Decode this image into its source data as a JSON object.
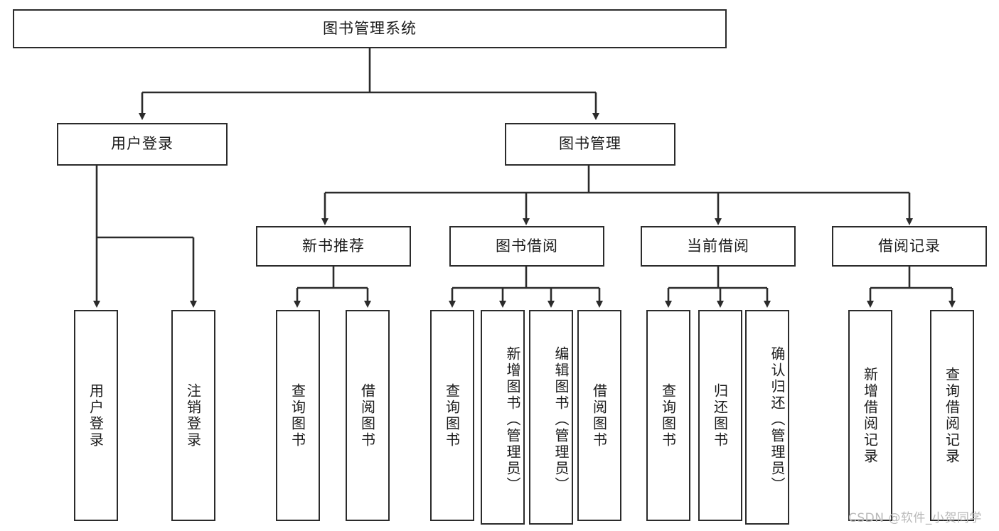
{
  "diagram": {
    "title": "图书管理系统",
    "type": "functional-structure-tree",
    "root": {
      "label": "图书管理系统"
    },
    "level2": [
      {
        "label": "用户登录"
      },
      {
        "label": "图书管理"
      }
    ],
    "level3": [
      {
        "label": "新书推荐"
      },
      {
        "label": "图书借阅"
      },
      {
        "label": "当前借阅"
      },
      {
        "label": "借阅记录"
      }
    ],
    "leaves": {
      "user_login": [
        {
          "label": "用户登录"
        },
        {
          "label": "注销登录"
        }
      ],
      "new_book_recommend": [
        {
          "label": "查询图书"
        },
        {
          "label": "借阅图书"
        }
      ],
      "book_borrow": [
        {
          "label": "查询图书"
        },
        {
          "label": "新增图书（管理员）"
        },
        {
          "label": "编辑图书（管理员）"
        },
        {
          "label": "借阅图书"
        }
      ],
      "current_borrow": [
        {
          "label": "查询图书"
        },
        {
          "label": "归还图书"
        },
        {
          "label": "确认归还（管理员）"
        }
      ],
      "borrow_record": [
        {
          "label": "新增借阅记录"
        },
        {
          "label": "查询借阅记录"
        }
      ]
    },
    "watermark": "CSDN @软件_小贺同学",
    "colors": {
      "stroke": "#2b2b2b",
      "fill": "#ffffff",
      "text": "#1a1a1a",
      "watermark": "#b9b9b9"
    }
  }
}
